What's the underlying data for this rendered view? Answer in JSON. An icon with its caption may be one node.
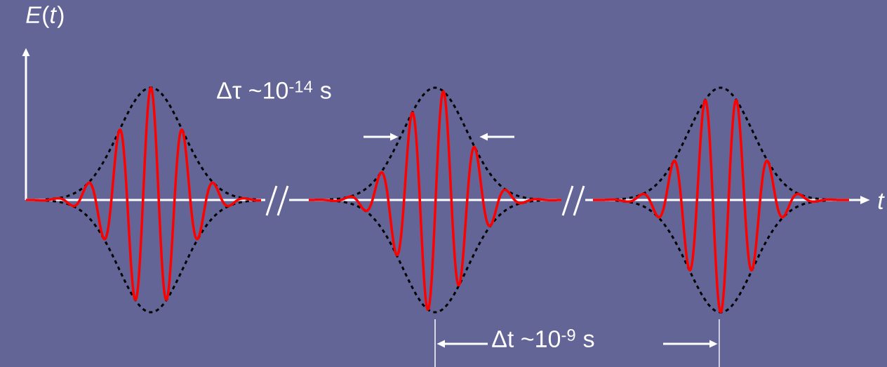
{
  "diagram": {
    "labels": [
      "*E*(*t*)",
      "Δτ ~10$^{-14}$ s",
      "t",
      "Δt ~10$^{-9}$ s"
    ]
  }
}
